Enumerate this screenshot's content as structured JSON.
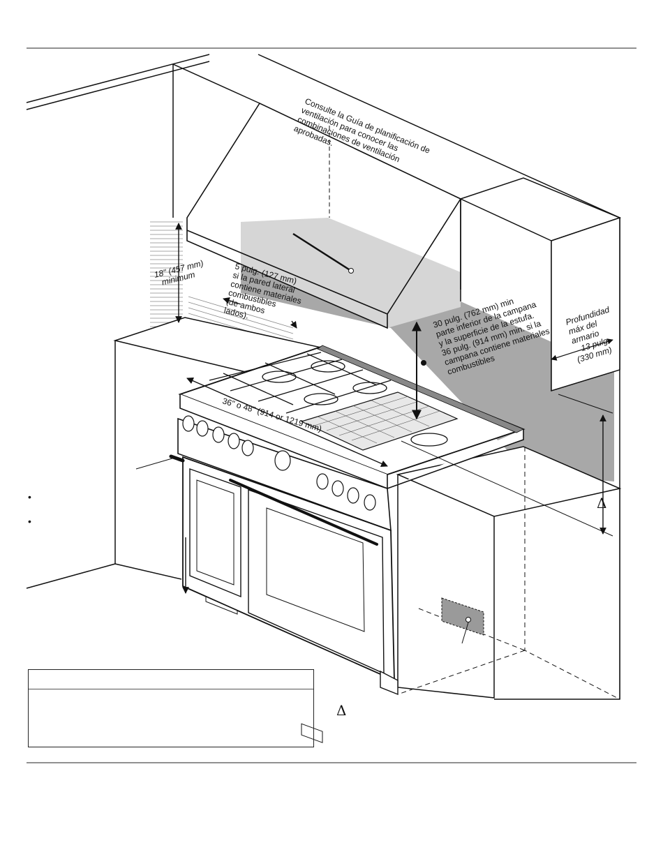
{
  "callouts": {
    "vent_guide": [
      "Consulte la Guía de planificación de",
      "ventilación para conocer las",
      "combinaciones de ventilación",
      "aprobadas."
    ],
    "min_height": [
      "18\" (457 mm)",
      "minimum"
    ],
    "side_wall": [
      "5 pulg. (127 mm)",
      "si la pared lateral",
      "contiene materiales",
      "combustibles",
      "(de ambos",
      "lados)."
    ],
    "hood_clearance": [
      "30 pulg. (762 mm) min",
      "parte inferior de la campana",
      "y la superficie de la estufa.",
      "36 pulg. (914 mm) min. si la",
      "campana contiene materiales",
      "combustibles"
    ],
    "cabinet_depth": [
      "Profundidad",
      "máx del",
      "armario",
      "13 pulg",
      "(330 mm)"
    ],
    "range_width": "36\" o 48\" (914 or 1219 mm)"
  },
  "delta_symbol": "Δ",
  "bullets": [
    "•",
    "•"
  ],
  "colors": {
    "line": "#111111",
    "shade_hood": "#d6d6d6",
    "shade_wall": "#a8a8a8",
    "shade_outlet": "#9a9a9a",
    "hatch": "#8a8a8a"
  },
  "icons": [
    "dimension-arrow",
    "delta-symbol",
    "bullet-dot",
    "electrical-outlet-marker"
  ]
}
